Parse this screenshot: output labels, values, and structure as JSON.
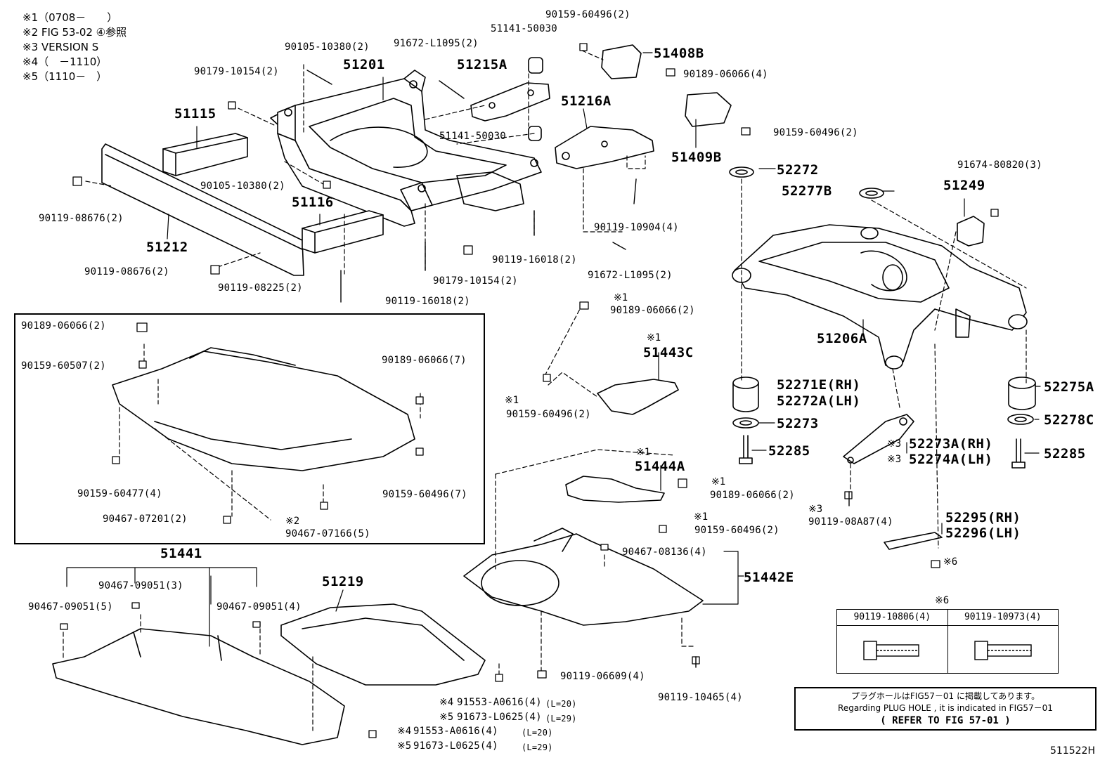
{
  "notes": [
    "※1（0708－　　）",
    "※2 FIG 53-02 ④参照",
    "※3 VERSION S",
    "※4（　－1110）",
    "※5（1110－　）"
  ],
  "labels": {
    "p51201": "51201",
    "p51115": "51115",
    "p51116": "51116",
    "p51212": "51212",
    "p51215A": "51215A",
    "p51216A": "51216A",
    "p51408B": "51408B",
    "p51409B": "51409B",
    "p52272": "52272",
    "p52277B": "52277B",
    "p51249": "51249",
    "p51206A": "51206A",
    "p52271E": "52271E(RH)",
    "p52272A": "52272A(LH)",
    "p52273": "52273",
    "p52285a": "52285",
    "p52275A": "52275A",
    "p52278C": "52278C",
    "p52285b": "52285",
    "p52273A": "52273A(RH)",
    "p52274A": "52274A(LH)",
    "p52295": "52295(RH)",
    "p52296": "52296(LH)",
    "p51443C": "51443C",
    "p51444A": "51444A",
    "p51442E": "51442E",
    "p51441": "51441",
    "p51219": "51219",
    "f1": "90159-60496(2)",
    "f2": "51141-50030",
    "f3": "90105-10380(2)",
    "f4": "91672-L1095(2)",
    "f5": "90179-10154(2)",
    "f6": "90189-06066(4)",
    "f7": "51141-50030",
    "f8": "90159-60496(2)",
    "f9": "90105-10380(2)",
    "f10": "90119-08676(2)",
    "f11": "90119-10904(4)",
    "f12": "90119-16018(2)",
    "f13": "91672-L1095(2)",
    "f14": "90119-08676(2)",
    "f15": "90179-10154(2)",
    "f16": "90119-08225(2)",
    "f17": "90119-16018(2)",
    "f18": "91674-80820(3)",
    "f19": "90189-06066(2)",
    "f20": "90159-60496(2)",
    "f21": "90189-06066(2)",
    "f22": "90159-60496(2)",
    "f23": "90119-08A87(4)",
    "f24": "90467-08136(4)",
    "f25": "90119-06609(4)",
    "f26": "90119-10465(4)",
    "f27": "90467-09051(3)",
    "f28": "90467-09051(5)",
    "f29": "90467-09051(4)",
    "f30": "91553-A0616(4)",
    "f31": "91673-L0625(4)",
    "f32": "91553-A0616(4)",
    "f33": "91673-L0625(4)",
    "i1": "90189-06066(2)",
    "i2": "90159-60507(2)",
    "i3": "90189-06066(7)",
    "i4": "90159-60477(4)",
    "i5": "90159-60496(7)",
    "i6": "90467-07201(2)",
    "i7": "90467-07166(5)"
  },
  "marks": {
    "m1a": "※1",
    "m1b": "※1",
    "m1c": "※1",
    "m1d": "※1",
    "m1e": "※1",
    "m1f": "※1",
    "m2": "※2",
    "m3a": "※3",
    "m3b": "※3",
    "m3c": "※3",
    "m4a": "※4",
    "m4b": "※4",
    "m5a": "※5",
    "m5b": "※5",
    "m6a": "※6",
    "m6b": "※6"
  },
  "lengths": {
    "L20a": "(L=20)",
    "L29a": "(L=29)",
    "L20b": "(L=20)",
    "L29b": "(L=29)"
  },
  "table": {
    "col1": "90119-10806(4)",
    "col2": "90119-10973(4)"
  },
  "plug_note": {
    "line1": "プラグホールはFIG57－01 に掲載してあります。",
    "line2": "Regarding PLUG HOLE , it is indicated in FIG57－01",
    "line3": "( REFER TO FIG 57-01 )"
  },
  "figure_code": "511522H"
}
